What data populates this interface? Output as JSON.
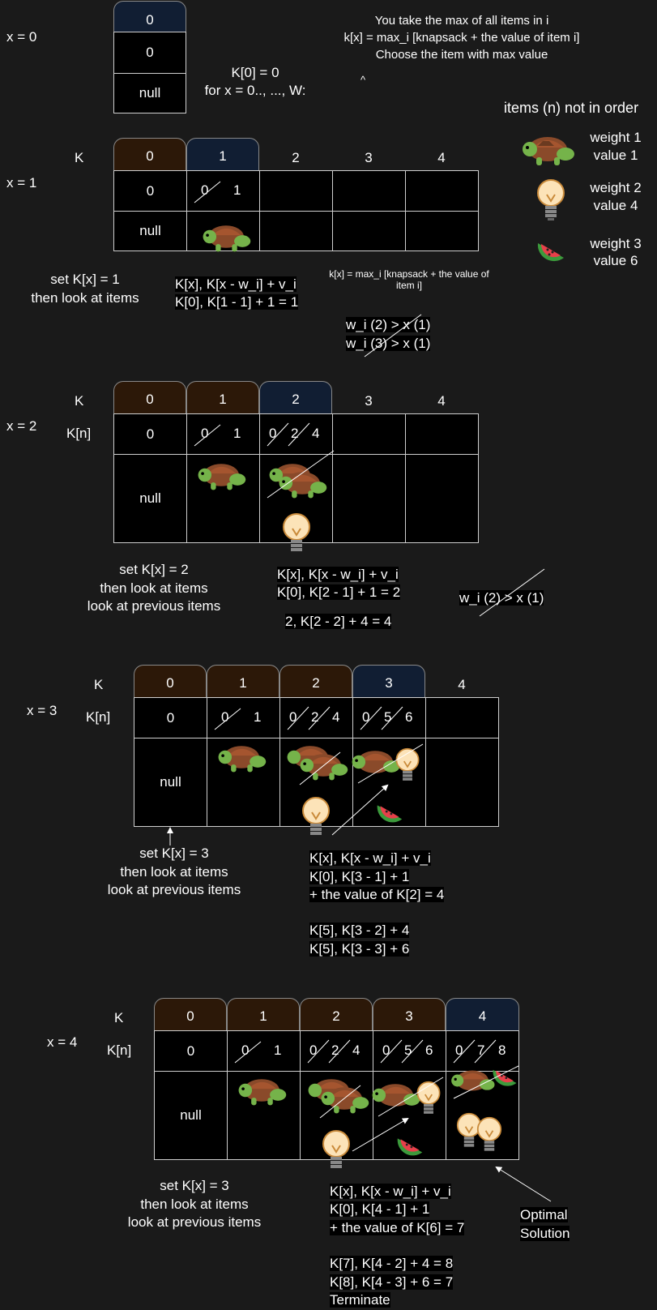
{
  "colors": {
    "background": "#1a1a1a",
    "cell": "#000000",
    "prev_tab": "#2c1808",
    "current_tab": "#111e33"
  },
  "top": {
    "x_label": "x = 0",
    "tab": "0",
    "cells": [
      "0",
      "null"
    ],
    "init_line1": "K[0] = 0",
    "init_line2": "for x = 0.., ..., W:",
    "note_line1": "You take the max of all items in i",
    "note_line2": "k[x] = max_i [knapsack + the value of item i]",
    "note_line3": "Choose the item with max value",
    "caret": "^"
  },
  "items_panel": {
    "title": "items (n) not in order",
    "items": [
      {
        "icon": "turtle-icon",
        "weight": "weight 1",
        "value": "value 1"
      },
      {
        "icon": "lightbulb-icon",
        "weight": "weight 2",
        "value": "value 4"
      },
      {
        "icon": "watermelon-icon",
        "weight": "weight 3",
        "value": "value 6"
      }
    ]
  },
  "x1": {
    "x_label": "x = 1",
    "k_label": "K",
    "headers": [
      "0",
      "1",
      "2",
      "3",
      "4"
    ],
    "row1": [
      "0",
      "0",
      "1"
    ],
    "row2": [
      "null"
    ],
    "caption1": "set K[x] = 1",
    "caption2": "then look at items",
    "formula1": "K[x], K[x - w_i] + v_i",
    "formula2": "K[0], K[1 - 1] + 1 = 1",
    "small_note1": "k[x] = max_i [knapsack + the value of",
    "small_note2": "item i]",
    "check1": "w_i (2) > x (1)",
    "check2": "w_i (3) > x (1)"
  },
  "x2": {
    "x_label": "x = 2",
    "k_label": "K",
    "kn_label": "K[n]",
    "headers": [
      "0",
      "1",
      "2",
      "3",
      "4"
    ],
    "row1": [
      "0",
      "0",
      "1",
      "0",
      "2",
      "4"
    ],
    "row2": [
      "null"
    ],
    "caption1": "set K[x] = 2",
    "caption2": "then look at items",
    "caption3": "look at previous items",
    "formula1": "K[x], K[x - w_i] + v_i",
    "formula2": "K[0], K[2 - 1] + 1 = 2",
    "formula3": "2, K[2 - 2] + 4 = 4",
    "check": "w_i (2) > x (1)"
  },
  "x3": {
    "x_label": "x = 3",
    "k_label": "K",
    "kn_label": "K[n]",
    "headers": [
      "0",
      "1",
      "2",
      "3",
      "4"
    ],
    "row1": [
      "0",
      "0",
      "1",
      "0",
      "2",
      "4",
      "0",
      "5",
      "6"
    ],
    "row2": [
      "null"
    ],
    "caption1": "set K[x] = 3",
    "caption2": "then look at items",
    "caption3": "look at previous items",
    "formula1": "K[x], K[x - w_i] + v_i",
    "formula2": "K[0], K[3 - 1] + 1",
    "formula3": "+ the value of K[2] = 4",
    "formula4": "K[5], K[3 - 2] + 4",
    "formula5": "K[5], K[3 - 3] + 6"
  },
  "x4": {
    "x_label": "x = 4",
    "k_label": "K",
    "kn_label": "K[n]",
    "headers": [
      "0",
      "1",
      "2",
      "3",
      "4"
    ],
    "row1": [
      "0",
      "0",
      "1",
      "0",
      "2",
      "4",
      "0",
      "5",
      "6",
      "0",
      "7",
      "8"
    ],
    "row2": [
      "null"
    ],
    "caption1": "set K[x] = 3",
    "caption2": "then look at items",
    "caption3": "look at previous items",
    "formula1": "K[x], K[x - w_i] + v_i",
    "formula2": "K[0], K[4 - 1] + 1",
    "formula3": "+ the value of K[6] = 7",
    "formula4": "K[7], K[4 - 2] + 4 = 8",
    "formula5": "K[8], K[4 - 3] + 6 = 7",
    "formula6": "Terminate",
    "optimal1": "Optimal",
    "optimal2": "Solution"
  }
}
